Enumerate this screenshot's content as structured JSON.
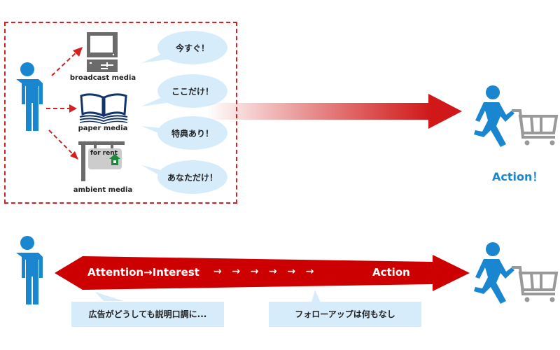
{
  "colors": {
    "person_blue": "#1a86d0",
    "arrow_red": "#cc0000",
    "dash_red": "#d42020",
    "bubble_fill": "#d6ecfb",
    "icon_gray": "#6b6b6b",
    "book_navy": "#12336b",
    "cart_gray": "#999999",
    "house_green": "#1a8a3a"
  },
  "top_section": {
    "media": [
      {
        "id": "broadcast",
        "label": "broadcast media",
        "icon": "tv-computer-icon"
      },
      {
        "id": "paper",
        "label": "paper media",
        "icon": "open-book-icon"
      },
      {
        "id": "ambient",
        "label": "ambient media",
        "icon": "signboard-icon",
        "sign_text": "for rent"
      }
    ],
    "bubbles": [
      "今すぐ！",
      "ここだけ！",
      "特典あり！",
      "あなただけ！"
    ],
    "action_label": "Action！"
  },
  "bottom_section": {
    "bar_left": "Attention→Interest",
    "bar_arrows": "→   →   →   →   →   →",
    "bar_right": "Action",
    "notes": [
      "広告がどうしても説明口調に...",
      "フォローアップは何もなし"
    ]
  }
}
